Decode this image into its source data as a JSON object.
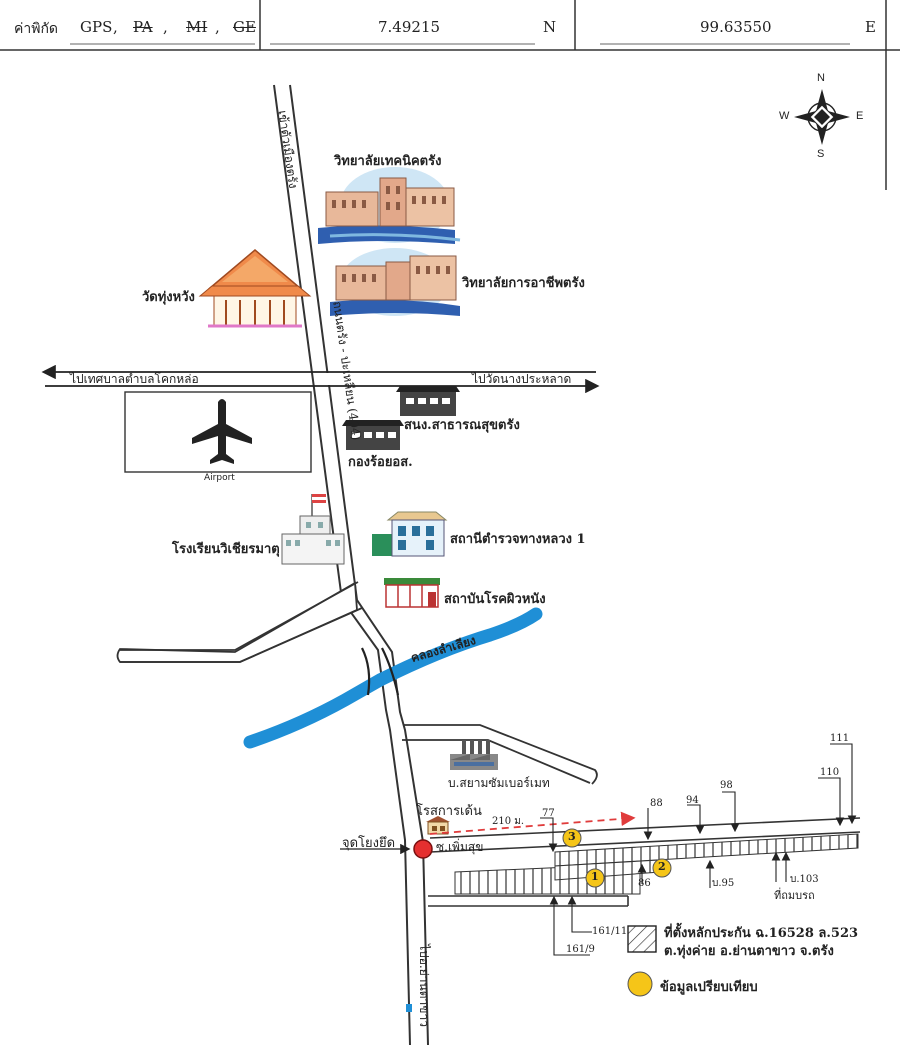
{
  "header": {
    "coord_label": "ค่าพิกัด",
    "gps_label": "GPS",
    "pa_label": "PA",
    "mi_label": "MI",
    "ge_label": "GE",
    "lat_value": "7.49215",
    "lat_dir": "N",
    "lon_value": "99.63550",
    "lon_dir": "E"
  },
  "compass": {
    "n": "N",
    "s": "S",
    "e": "E",
    "w": "W"
  },
  "roads": {
    "main_north": "เข้าตัวเมืองตรัง",
    "main_route": "ถนนตรัง - ปะเหลียน (404)",
    "west": "ไปเทศบาลตำบลโคกหล่อ",
    "east": "ไปวัดนางประหลาด",
    "south": "ไปอ.ย่านตาขาว",
    "canal": "คลองลำเลียง",
    "soi": "ซ.เพิ่มสุข",
    "junction": "จุดโยงยึด"
  },
  "places": {
    "tech_college": "วิทยาลัยเทคนิคตรัง",
    "voc_college": "วิทยาลัยการอาชีพตรัง",
    "temple": "วัดทุ่งหวัง",
    "airport": "Airport",
    "health_office": "สนง.สาธารณสุขตรัง",
    "rangers": "กองร้อยอส.",
    "school": "โรงเรียนวิเชียรมาตุ",
    "police": "สถานีตำรวจทางหลวง 1",
    "skin_institute": "สถาบันโรคผิวหนัง",
    "cement": "บ.สยามซัมเบอร์เมท",
    "restaurant": "โรสการเด้น"
  },
  "parcel_labels": {
    "distance": "210 ม.",
    "p77": "77",
    "p88": "88",
    "p94": "94",
    "p98": "98",
    "p110": "110",
    "p111": "111",
    "p86": "86",
    "p95": "บ.95",
    "p103": "บ.103",
    "landfill": "ที่ถมบรถ",
    "p161_11": "161/11",
    "p161_9": "161/9",
    "comp1": "1",
    "comp2": "2",
    "comp3": "3"
  },
  "legend": {
    "collateral_line1": "ที่ตั้งหลักประกัน ฉ.16528 ล.523",
    "collateral_line2": "ต.ทุ่งค่าย อ.ย่านตาขาว จ.ตรัง",
    "comparison": "ข้อมูลเปรียบเทียบ"
  },
  "colors": {
    "canal": "#1f8fd6",
    "marker_red": "#e53030",
    "comparison_yellow": "#f5c518",
    "distance_arrow": "#e03c3c"
  }
}
